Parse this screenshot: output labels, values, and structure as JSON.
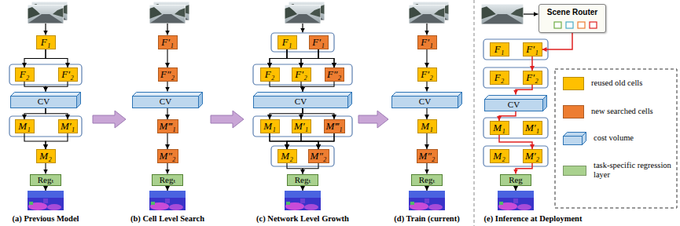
{
  "diagram": {
    "nodes": [
      {
        "text": [
          "F₁"
        ]
      },
      {
        "text": [
          "F₂"
        ]
      },
      {
        "text": [
          "F′₂"
        ]
      },
      {
        "text": [
          "CV"
        ]
      },
      {
        "text": [
          "M₁"
        ]
      },
      {
        "text": [
          "M′₁"
        ]
      },
      {
        "text": [
          "M₂"
        ]
      },
      {
        "text": [
          "Regₜ"
        ]
      },
      {
        "text": [
          "F′₁"
        ]
      },
      {
        "text": [
          "F″₂"
        ]
      },
      {
        "text": [
          "CV"
        ]
      },
      {
        "text": [
          "M‴₁"
        ]
      },
      {
        "text": [
          "M″₂"
        ]
      },
      {
        "text": [
          "Regₜ"
        ]
      },
      {
        "text": [
          "F₁"
        ]
      },
      {
        "text": [
          "F′₁"
        ]
      },
      {
        "text": [
          "F₂"
        ]
      },
      {
        "text": [
          "F′₂"
        ]
      },
      {
        "text": [
          "F″₂"
        ]
      },
      {
        "text": [
          "CV"
        ]
      },
      {
        "text": [
          "M₁"
        ]
      },
      {
        "text": [
          "M′₁"
        ]
      },
      {
        "text": [
          "M‴₁"
        ]
      },
      {
        "text": [
          "M₂"
        ]
      },
      {
        "text": [
          "M″₂"
        ]
      },
      {
        "text": [
          "Regₜ"
        ]
      },
      {
        "text": [
          "F′₁"
        ]
      },
      {
        "text": [
          "F′₂"
        ]
      },
      {
        "text": [
          "CV"
        ]
      },
      {
        "text": [
          "M₁"
        ]
      },
      {
        "text": [
          "M″₂"
        ]
      },
      {
        "text": [
          "Regₜ"
        ]
      },
      {
        "text": [
          "Scene Router"
        ]
      },
      {
        "text": [
          "F₁"
        ]
      },
      {
        "text": [
          "F′₁"
        ]
      },
      {
        "text": [
          "F₂"
        ]
      },
      {
        "text": [
          "F′₂"
        ]
      },
      {
        "text": [
          "CV"
        ]
      },
      {
        "text": [
          "M₁"
        ]
      },
      {
        "text": [
          "M′₁"
        ]
      },
      {
        "text": [
          "M₂"
        ]
      },
      {
        "text": [
          "M′₂"
        ]
      },
      {
        "text": [
          "Reg"
        ]
      }
    ],
    "edges": [
      {
        "from": 0,
        "to": 1,
        "arrow": "to"
      },
      {
        "from": 0,
        "to": 2,
        "arrow": "to"
      },
      {
        "from": 1,
        "to": 3,
        "arrow": "to"
      },
      {
        "from": 2,
        "to": 3,
        "arrow": "to"
      },
      {
        "from": 3,
        "to": 4,
        "arrow": "to"
      },
      {
        "from": 3,
        "to": 5,
        "arrow": "to"
      },
      {
        "from": 4,
        "to": 6,
        "arrow": "to"
      },
      {
        "from": 5,
        "to": 6,
        "arrow": "to"
      },
      {
        "from": 6,
        "to": 7,
        "arrow": "to"
      },
      {
        "from": 8,
        "to": 9,
        "arrow": "to"
      },
      {
        "from": 9,
        "to": 10,
        "arrow": "to"
      },
      {
        "from": 10,
        "to": 11,
        "arrow": "to"
      },
      {
        "from": 11,
        "to": 12,
        "arrow": "to"
      },
      {
        "from": 12,
        "to": 13,
        "arrow": "to"
      },
      {
        "from": 14,
        "to": 16,
        "arrow": "to"
      },
      {
        "from": 14,
        "to": 17,
        "arrow": "to"
      },
      {
        "from": 14,
        "to": 18,
        "arrow": "to"
      },
      {
        "from": 15,
        "to": 16,
        "arrow": "to"
      },
      {
        "from": 15,
        "to": 17,
        "arrow": "to"
      },
      {
        "from": 15,
        "to": 18,
        "arrow": "to"
      },
      {
        "from": 16,
        "to": 19,
        "arrow": "to"
      },
      {
        "from": 17,
        "to": 19,
        "arrow": "to"
      },
      {
        "from": 18,
        "to": 19,
        "arrow": "to"
      },
      {
        "from": 19,
        "to": 20,
        "arrow": "to"
      },
      {
        "from": 19,
        "to": 21,
        "arrow": "to"
      },
      {
        "from": 19,
        "to": 22,
        "arrow": "to"
      },
      {
        "from": 20,
        "to": 23,
        "arrow": "to"
      },
      {
        "from": 20,
        "to": 24,
        "arrow": "to"
      },
      {
        "from": 21,
        "to": 23,
        "arrow": "to"
      },
      {
        "from": 21,
        "to": 24,
        "arrow": "to"
      },
      {
        "from": 22,
        "to": 23,
        "arrow": "to"
      },
      {
        "from": 22,
        "to": 24,
        "arrow": "to"
      },
      {
        "from": 23,
        "to": 25,
        "arrow": "to"
      },
      {
        "from": 24,
        "to": 25,
        "arrow": "to"
      },
      {
        "from": 26,
        "to": 27,
        "arrow": "to"
      },
      {
        "from": 27,
        "to": 28,
        "arrow": "to"
      },
      {
        "from": 28,
        "to": 29,
        "arrow": "to"
      },
      {
        "from": 29,
        "to": 30,
        "arrow": "to"
      },
      {
        "from": 30,
        "to": 31,
        "arrow": "to"
      },
      {
        "from": 32,
        "to": 34,
        "arrow": "to"
      },
      {
        "from": 34,
        "to": 36,
        "arrow": "to"
      },
      {
        "from": 36,
        "to": 37,
        "arrow": "to"
      },
      {
        "from": 37,
        "to": 38,
        "arrow": "to"
      },
      {
        "from": 38,
        "to": 41,
        "arrow": "to"
      },
      {
        "from": 41,
        "to": 42,
        "arrow": "to"
      }
    ],
    "labels": [
      "(a) Previous Model",
      "(b) Cell Level Search",
      "(c) Network Level Growth",
      "(d) Train (current)",
      "(e) Inference at Deployment"
    ],
    "legend": [
      {
        "text": "reused old cells",
        "color": "#ffc000"
      },
      {
        "text": "new searched cells",
        "color": "#ed7d31"
      },
      {
        "text": "cost volume",
        "color": "#bdd7ee"
      },
      {
        "text": "task-specific regression layer",
        "color": "#a9d18e"
      }
    ]
  }
}
